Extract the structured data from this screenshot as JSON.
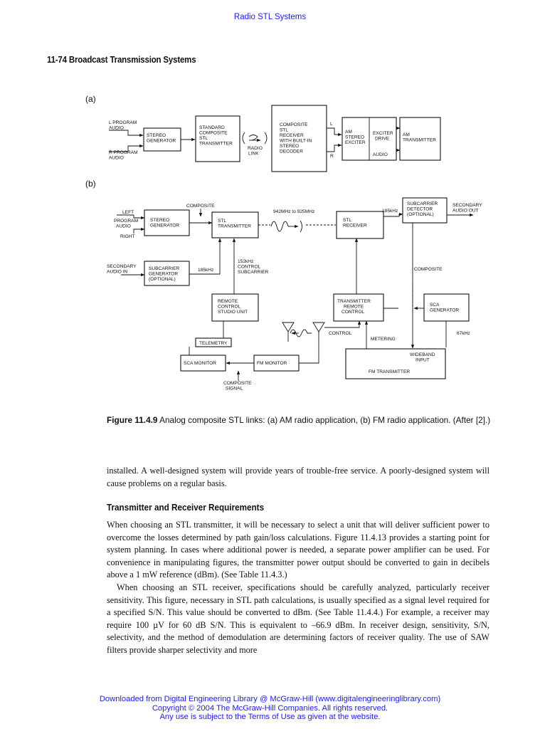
{
  "header": {
    "site_title": "Radio STL Systems",
    "running_head": "11-74 Broadcast Transmission Systems"
  },
  "figure": {
    "panel_a": "(a)",
    "panel_b": "(b)",
    "a": {
      "l_program_audio": [
        "L PROGRAM",
        "AUDIO"
      ],
      "r_program_audio": [
        "R PROGRAM",
        "AUDIO"
      ],
      "stereo_generator": [
        "STEREO",
        "GENERATOR"
      ],
      "standard_stl": [
        "STANDARD",
        "COMPOSITE",
        "STL",
        "TRANSMITTER"
      ],
      "radio_link": [
        "RADIO",
        "LINK"
      ],
      "composite_receiver": [
        "COMPOSITE",
        "STL",
        "RECEIVER",
        "WITH BUILT-IN",
        "STEREO",
        "DECODER"
      ],
      "l": "L",
      "r": "R",
      "am_exciter": [
        "AM",
        "STEREO",
        "EXCITER"
      ],
      "exciter_drive": [
        "EXCITER",
        "DRIVE"
      ],
      "audio": "AUDIO",
      "am_transmitter": [
        "AM",
        "TRANSMITTER"
      ]
    },
    "b": {
      "composite": "COMPOSITE",
      "left": "LEFT",
      "program_audio": [
        "PROGRAM",
        "AUDIO"
      ],
      "right": "RIGHT",
      "stereo_generator": [
        "STEREO",
        "GENERATOR"
      ],
      "stl_transmitter": [
        "STL",
        "TRANSMITTER"
      ],
      "band": "942MHz to 925MHz",
      "stl_receiver": [
        "STL",
        "RECEIVER"
      ],
      "freq_185_top": "185kHz",
      "subcarrier_detector": [
        "SUBCARRIER",
        "DETECTOR",
        "(OPTIONAL)"
      ],
      "secondary_audio_out": [
        "SECONDARY",
        "AUDIO OUT"
      ],
      "secondary_audio_in": [
        "SECONDARY",
        "AUDIO IN"
      ],
      "subcarrier_generator": [
        "SUBCARRIER",
        "GENERATOR",
        "(OPTIONAL)"
      ],
      "freq_185": "185kHz",
      "control_subcarrier": [
        "152kHz",
        "CONTROL",
        "SUBCARRIER"
      ],
      "composite_right": "COMPOSITE",
      "remote_control": [
        "REMOTE",
        "CONTROL",
        "STUDIO UNIT"
      ],
      "transmitter_remote": [
        "TRANSMITTER",
        "REMOTE",
        "CONTROL"
      ],
      "sca_generator": [
        "SCA",
        "GENERATOR"
      ],
      "freq_67": "67kHz",
      "control": "CONTROL",
      "metering": "METERING",
      "telemetry": "TELEMETRY",
      "wideband_input": [
        "WIDEBAND",
        "INPUT"
      ],
      "fm_transmitter": "FM TRANSMITTER",
      "sca_monitor": "SCA MONITOR",
      "fm_monitor": "FM MONITOR",
      "composite_signal": [
        "COMPOSITE",
        "SIGNAL"
      ]
    }
  },
  "caption": {
    "label": "Figure 11.4.9",
    "text": " Analog composite STL links: (a) AM radio application, (b) FM radio application. (After [2].)"
  },
  "paragraph_1": "installed. A well-designed system will provide years of trouble-free service. A poorly-designed system will cause problems on a regular basis.",
  "section_heading": "Transmitter and Receiver Requirements",
  "paragraph_2": "When choosing an STL transmitter, it will be necessary to select a unit that will deliver sufficient power to overcome the losses determined by path gain/loss calculations. Figure 11.4.13 provides a starting point for system planning. In cases where additional power is needed, a separate power amplifier can be used. For convenience in manipulating figures, the transmitter power output should be converted to gain in decibels above a 1 mW reference (dBm). (See Table 11.4.3.)",
  "paragraph_3": "When choosing an STL receiver, specifications should be carefully analyzed, particularly receiver sensitivity. This figure, necessary in STL path calculations, is usually specified as a signal level required for a specified S/N. This value should be converted to dBm. (See Table 11.4.4.) For example, a receiver may require 100 µV for 60 dB S/N. This is equivalent to –66.9 dBm. In receiver design, sensitivity, S/N, selectivity, and the method of demodulation are determining factors of receiver quality. The use of SAW filters provide sharper selectivity and more",
  "footer": {
    "line1": "Downloaded from Digital Engineering Library @ McGraw-Hill (www.digitalengineeringlibrary.com)",
    "line2": "Copyright © 2004 The McGraw-Hill Companies. All rights reserved.",
    "line3": "Any use is subject to the Terms of Use as given at the website."
  }
}
